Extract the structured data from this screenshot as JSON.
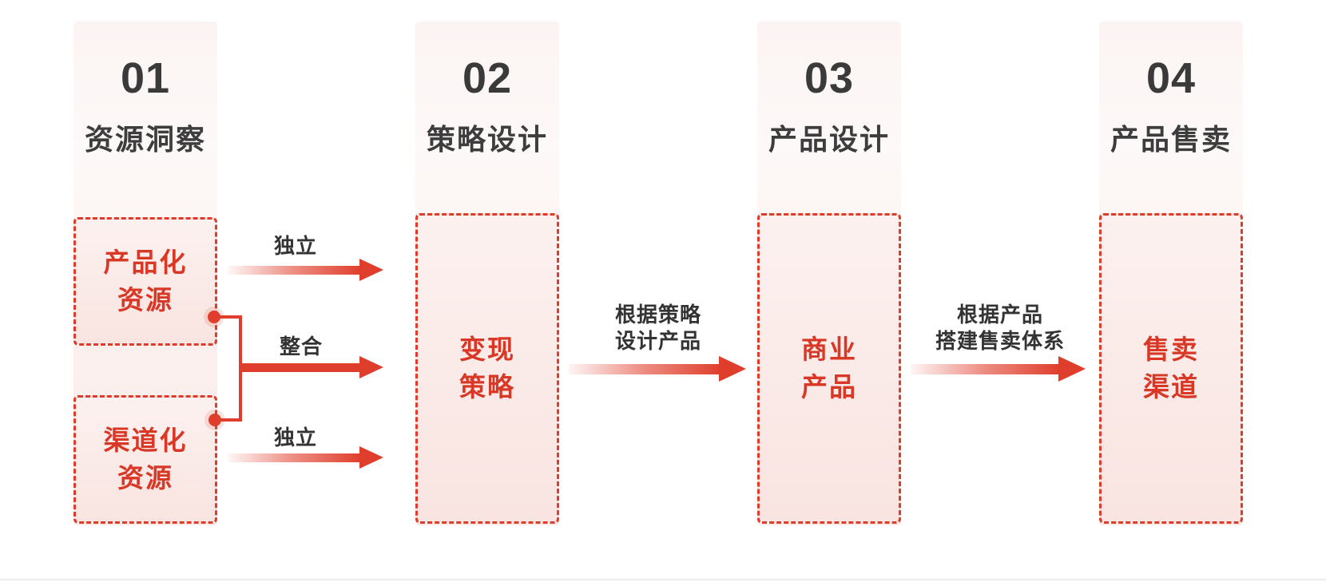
{
  "page": {
    "background": "#ffffff",
    "accent_red": "#e03e2c",
    "box_text_red": "#d93827",
    "heading_color": "#3a3a3a",
    "label_color": "#333333",
    "divider_color": "#ececec"
  },
  "columns": [
    {
      "number": "01",
      "title": "资源洞察",
      "boxes": [
        {
          "label_lines": [
            "产品化",
            "资源"
          ]
        },
        {
          "label_lines": [
            "渠道化",
            "资源"
          ]
        }
      ]
    },
    {
      "number": "02",
      "title": "策略设计",
      "boxes": [
        {
          "label_lines": [
            "变现",
            "策略"
          ]
        }
      ]
    },
    {
      "number": "03",
      "title": "产品设计",
      "boxes": [
        {
          "label_lines": [
            "商业",
            "产品"
          ]
        }
      ]
    },
    {
      "number": "04",
      "title": "产品售卖",
      "boxes": [
        {
          "label_lines": [
            "售卖",
            "渠道"
          ]
        }
      ]
    }
  ],
  "connectors": {
    "independent_top": "独立",
    "merge": "整合",
    "independent_bottom": "独立",
    "strategy_to_product": {
      "line1": "根据策略",
      "line2": "设计产品"
    },
    "product_to_sales": {
      "line1": "根据产品",
      "line2": "搭建售卖体系"
    }
  }
}
